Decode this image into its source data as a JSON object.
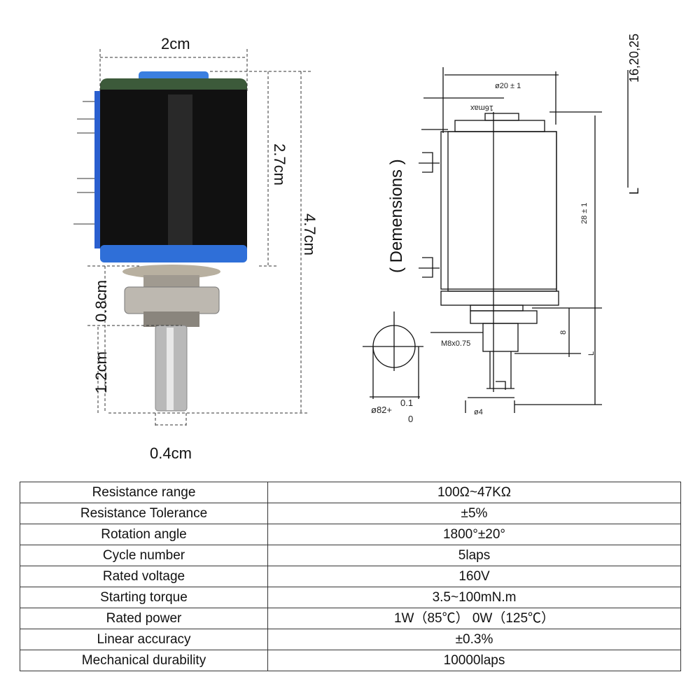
{
  "photo": {
    "dims": {
      "width": "2cm",
      "body_height": "2.7cm",
      "total_height": "4.7cm",
      "bushing": "0.8cm",
      "shaft": "1.2cm",
      "shaft_dia": "0.4cm"
    }
  },
  "drawing": {
    "title": "( Demensions )",
    "dia": "ø20 ± 1",
    "max": "16max",
    "length": "28 ± 1",
    "thread": "M8x0.75",
    "bushing": "8",
    "l_label": "L",
    "shaft_dia": "ø4",
    "hole_dia": "ø82+",
    "hole_tol_top": "0.1",
    "hole_tol_bottom": "0",
    "l_values": "16,20,25",
    "l_legend": "L"
  },
  "specs": [
    {
      "label": "Resistance range",
      "value": "100Ω~47KΩ"
    },
    {
      "label": "Resistance Tolerance",
      "value": "±5%"
    },
    {
      "label": "Rotation angle",
      "value": "1800°±20°"
    },
    {
      "label": "Cycle number",
      "value": "5laps"
    },
    {
      "label": "Rated voltage",
      "value": "160V"
    },
    {
      "label": "Starting torque",
      "value": "3.5~100mN.m"
    },
    {
      "label": "Rated power",
      "value": "1W（85℃） 0W（125℃）"
    },
    {
      "label": "Linear accuracy",
      "value": "±0.3%"
    },
    {
      "label": "Mechanical durability",
      "value": "10000laps"
    }
  ]
}
